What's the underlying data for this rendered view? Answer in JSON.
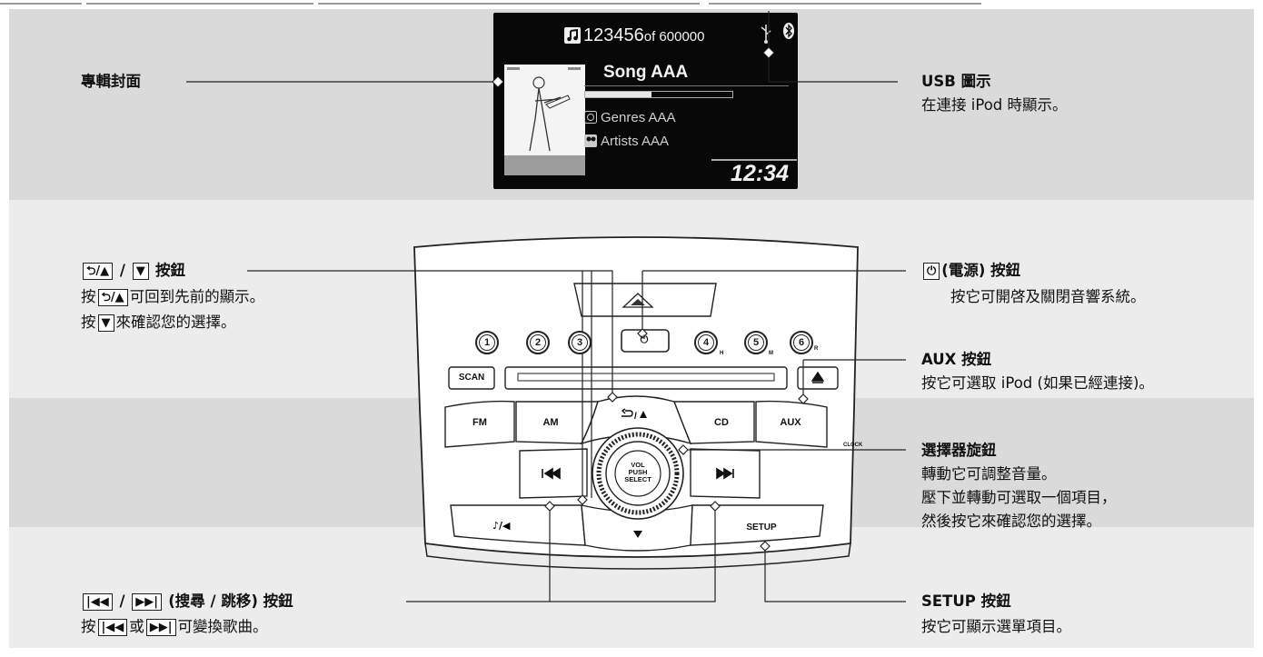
{
  "display": {
    "track_number": "123456",
    "track_total": "of 600000",
    "song": "Song AAA",
    "genre": "Genres AAA",
    "artist": "Artists AAA",
    "clock": "12:34",
    "progress_fraction": 0.45
  },
  "labels": {
    "album_art": "專輯封面",
    "usb_title": "USB 圖示",
    "usb_desc": "在連接 iPod 時顯示。",
    "back_tail": "按鈕",
    "back_line2_a": "按",
    "back_line2_b": "可回到先前的顯示。",
    "back_line3_a": "按",
    "back_line3_b": "來確認您的選擇。",
    "power_title": "(電源) 按鈕",
    "power_desc": "按它可開啓及關閉音響系統。",
    "aux_title": "AUX 按鈕",
    "aux_desc": "按它可選取 iPod (如果已經連接)。",
    "selector_title": "選擇器旋鈕",
    "selector_desc1": "轉動它可調整音量。",
    "selector_desc2": "壓下並轉動可選取一個項目，",
    "selector_desc3": "然後按它來確認您的選擇。",
    "seek_title": "(搜尋 / 跳移) 按鈕",
    "seek_desc_a": "按",
    "seek_desc_b": "或",
    "seek_desc_c": "可變換歌曲。",
    "setup_title": "SETUP 按鈕",
    "setup_desc": "按它可顯示選單項目。"
  },
  "panel": {
    "presets": [
      "1",
      "2",
      "3",
      "4",
      "5",
      "6"
    ],
    "preset_marks": [
      "H",
      "M",
      "R"
    ],
    "scan": "SCAN",
    "fm": "FM",
    "am": "AM",
    "cd": "CD",
    "aux": "AUX",
    "clock": "CLOCK",
    "setup": "SETUP",
    "knob_l1": "VOL",
    "knob_l2": "PUSH",
    "knob_l3": "SELECT"
  },
  "colors": {
    "band_dark": "#dadada",
    "band_light": "#ececec",
    "display_bg": "#080808"
  }
}
